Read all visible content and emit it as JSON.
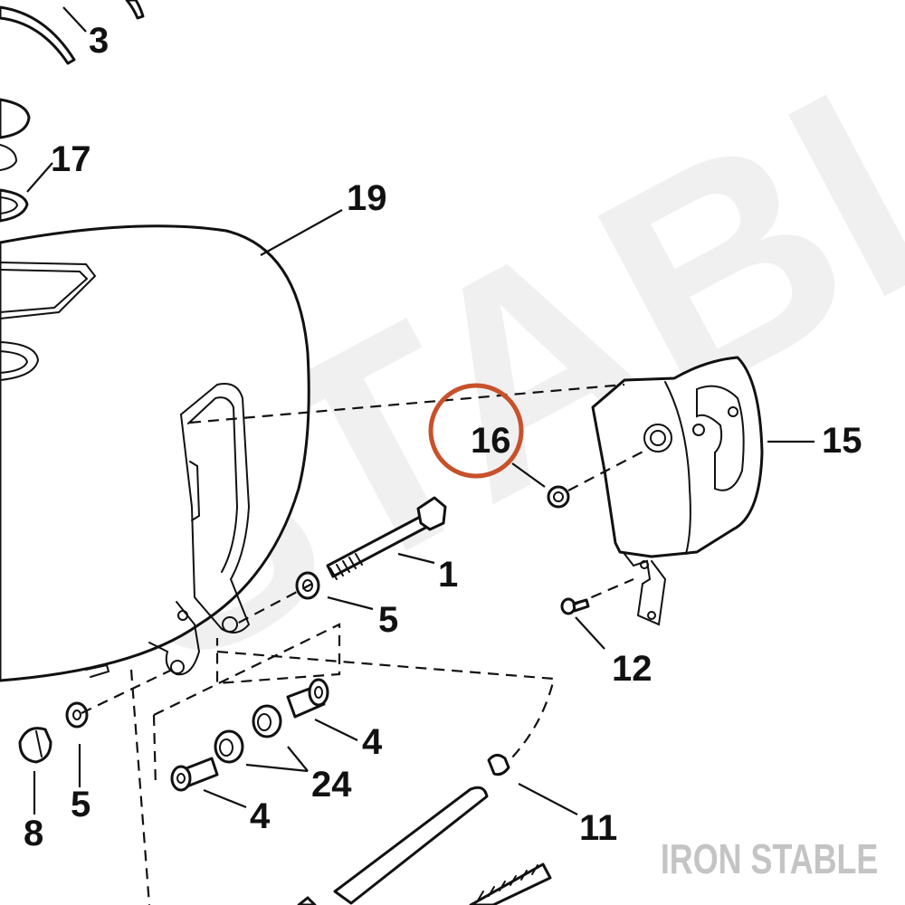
{
  "watermark": {
    "text": "STABLE"
  },
  "brand": {
    "text": "IRON STABLE",
    "color": "#c4c4c4"
  },
  "highlight": {
    "color": "#c8512c",
    "target_label": "16"
  },
  "callouts": {
    "c1": "1",
    "c3": "3",
    "c4a": "4",
    "c4b": "4",
    "c5a": "5",
    "c5b": "5",
    "c8": "8",
    "c11": "11",
    "c12": "12",
    "c15": "15",
    "c16": "16",
    "c17": "17",
    "c19": "19",
    "c24": "24"
  }
}
